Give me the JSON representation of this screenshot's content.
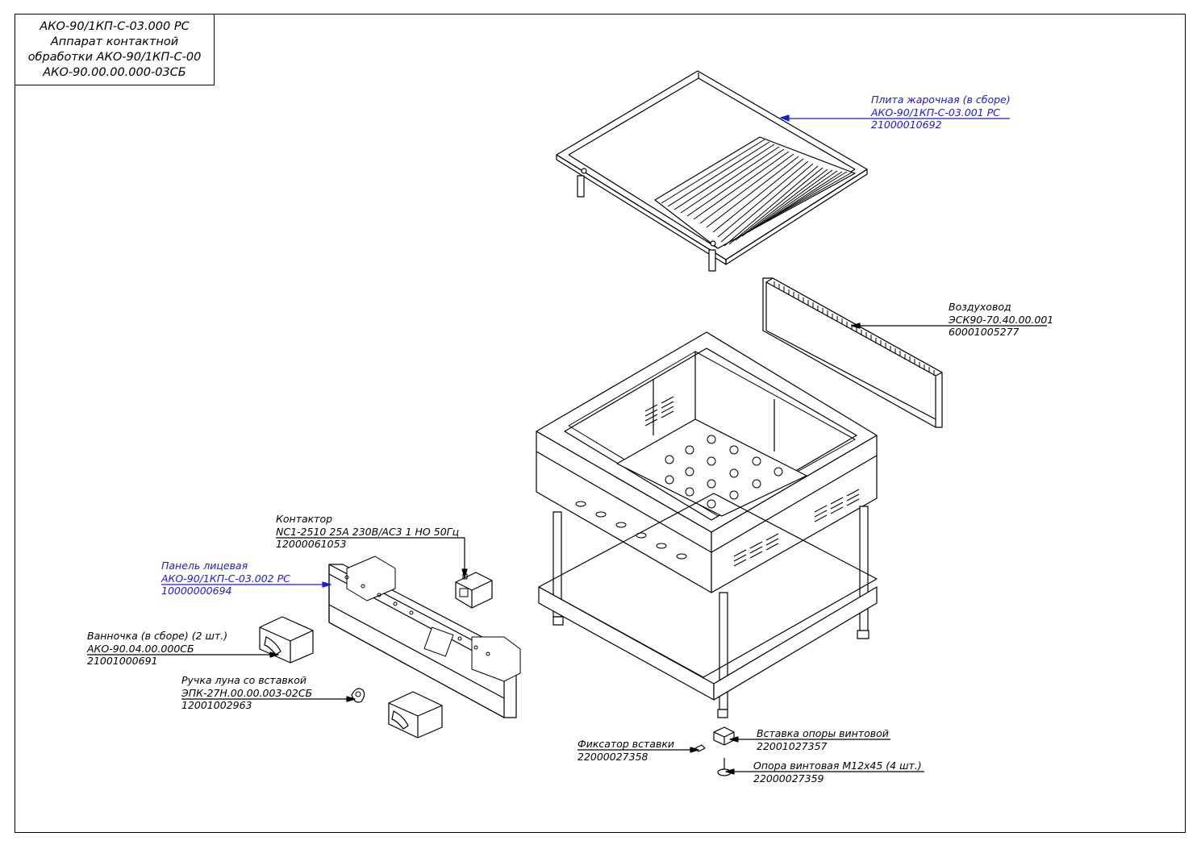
{
  "title_block": {
    "line1": "АКО-90/1КП-С-03.000 РС",
    "line2": "Аппарат контактной",
    "line3": "обработки АКО-90/1КП-С-00",
    "line4": "АКО-90.00.00.000-03СБ"
  },
  "colors": {
    "line": "#000000",
    "highlight": "#1a1adc"
  },
  "callouts": {
    "plate": {
      "name": "Плита жарочная (в сборе)",
      "code": "АКО-90/1КП-С-03.001 РС",
      "id": "21000010692"
    },
    "duct": {
      "name": "Воздуховод",
      "code": "ЭСК90-70.40.00.001",
      "id": "60001005277"
    },
    "contactor": {
      "name": "Контактор",
      "code": "NC1-2510 25A 230B/AC3 1 HO 50Гц",
      "id": "12000061053"
    },
    "panel": {
      "name": "Панель лицевая",
      "code": "АКО-90/1КП-С-03.002 РС",
      "id": "10000000694"
    },
    "tray": {
      "name": "Ванночка (в сборе) (2 шт.)",
      "code": "АКО-90.04.00.000СБ",
      "id": "21001000691"
    },
    "handle": {
      "name": "Ручка луна со вставкой",
      "code": "ЭПК-27Н.00.00.003-02СБ",
      "id": "12001002963"
    },
    "insert_lock": {
      "name": "Фиксатор вставки",
      "id": "22000027358"
    },
    "insert": {
      "name": "Вставка опоры винтовой",
      "id": "22001027357"
    },
    "foot": {
      "name": "Опора винтовая М12х45 (4 шт.)",
      "id": "22000027359"
    }
  }
}
